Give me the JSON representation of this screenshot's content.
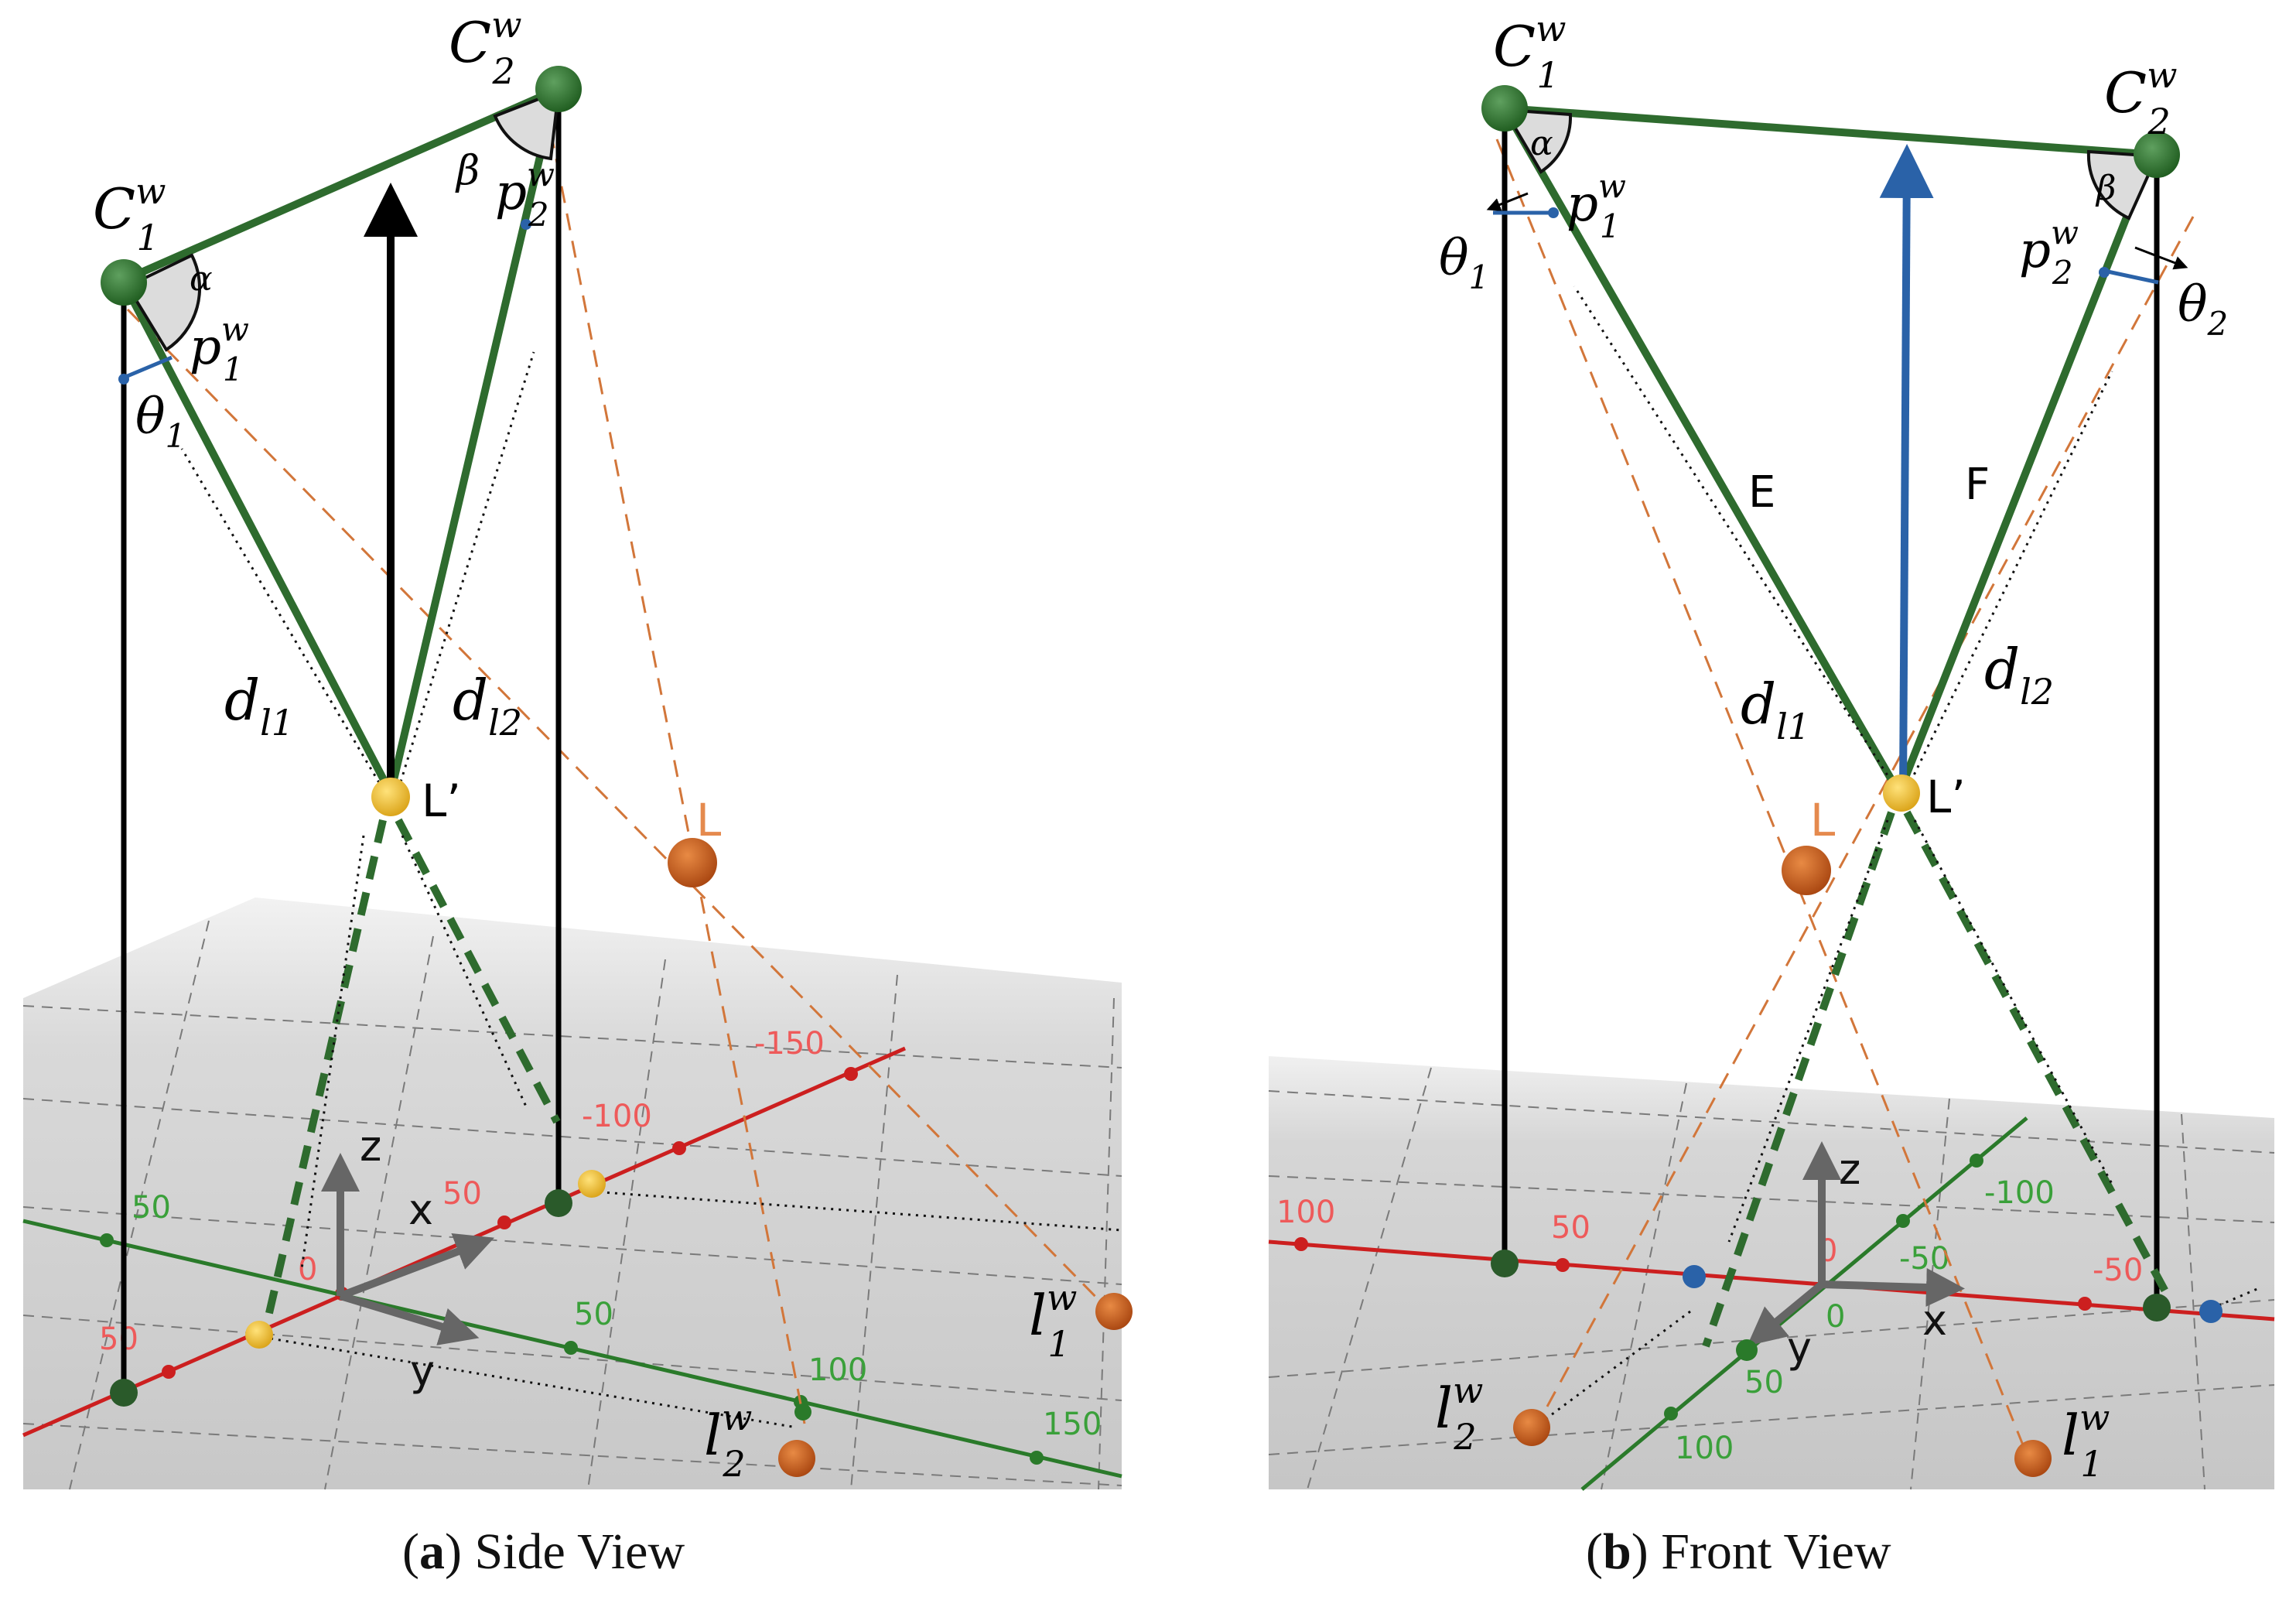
{
  "panel_a": {
    "caption_letter": "a",
    "caption_text": "Side View",
    "labels": {
      "c1": {
        "base": "C",
        "sup": "w",
        "sub": "1"
      },
      "c2": {
        "base": "C",
        "sup": "w",
        "sub": "2"
      },
      "p1": {
        "base": "p",
        "sup": "w",
        "sub": "1"
      },
      "p2": {
        "base": "p",
        "sup": "w",
        "sub": "2"
      },
      "l1": {
        "base": "l",
        "sup": "w",
        "sub": "1"
      },
      "l2": {
        "base": "l",
        "sup": "w",
        "sub": "2"
      },
      "theta1": {
        "base": "θ",
        "sub": "1"
      },
      "alpha": "α",
      "beta": "β",
      "dl1": {
        "base": "d",
        "sub": "l1"
      },
      "dl2": {
        "base": "d",
        "sub": "l2"
      },
      "lprime": "L’",
      "l": "L",
      "x": "x",
      "y": "y",
      "z": "z"
    },
    "red_ticks": [
      "-150",
      "-100",
      "50",
      "0",
      "50"
    ],
    "green_ticks": [
      "50",
      "50",
      "100",
      "150"
    ]
  },
  "panel_b": {
    "caption_letter": "b",
    "caption_text": "Front View",
    "labels": {
      "c1": {
        "base": "C",
        "sup": "w",
        "sub": "1"
      },
      "c2": {
        "base": "C",
        "sup": "w",
        "sub": "2"
      },
      "p1": {
        "base": "p",
        "sup": "w",
        "sub": "1"
      },
      "p2": {
        "base": "p",
        "sup": "w",
        "sub": "2"
      },
      "l1": {
        "base": "l",
        "sup": "w",
        "sub": "1"
      },
      "l2": {
        "base": "l",
        "sup": "w",
        "sub": "2"
      },
      "theta1": {
        "base": "θ",
        "sub": "1"
      },
      "theta2": {
        "base": "θ",
        "sub": "2"
      },
      "alpha": "α",
      "beta": "β",
      "dl1": {
        "base": "d",
        "sub": "l1"
      },
      "dl2": {
        "base": "d",
        "sub": "l2"
      },
      "e": "E",
      "f": "F",
      "lprime": "L’",
      "l": "L",
      "x": "x",
      "y": "y",
      "z": "z"
    },
    "red_ticks": [
      "100",
      "50",
      "0",
      "-50"
    ],
    "green_ticks": [
      "-100",
      "-50",
      "0",
      "50",
      "100"
    ]
  },
  "colors": {
    "beam_green": "#2e6b2e",
    "axis_red": "#cc1f1f",
    "axis_green": "#2a7a2a",
    "dashed_orange": "#d2763a",
    "ball_orange": "#c8581b",
    "ball_yellow": "#f2c230",
    "vector_blue": "#2a62a8",
    "floor_gray": "#cfcfcf"
  }
}
